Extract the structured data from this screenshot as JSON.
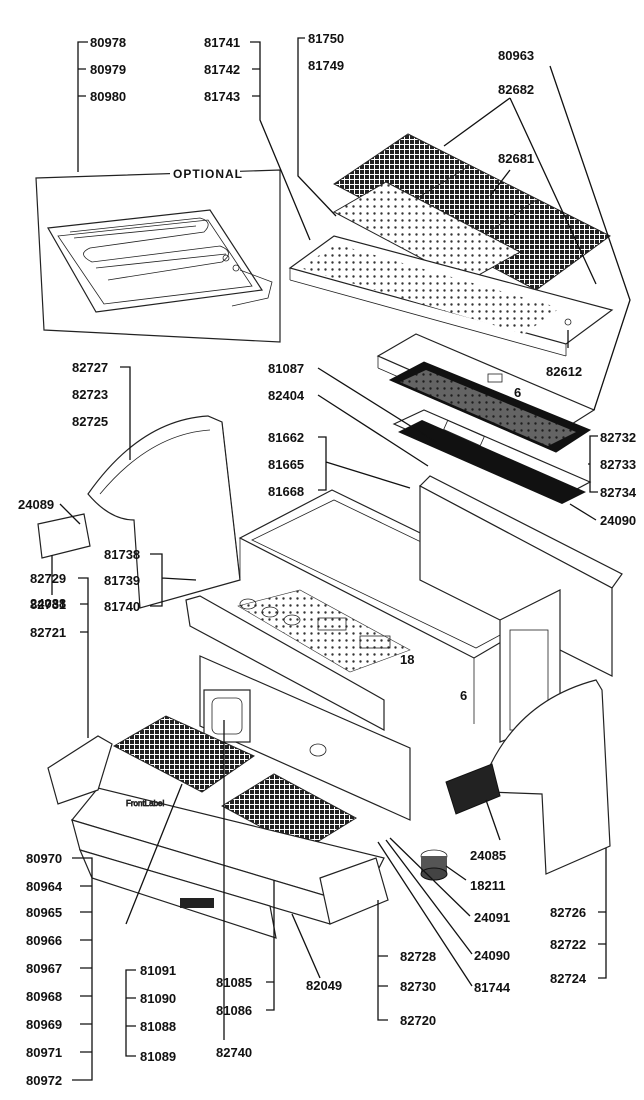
{
  "optional_label": "OPTIONAL",
  "callouts": {
    "g80978": [
      "80978",
      "80979",
      "80980"
    ],
    "g81741": [
      "81741",
      "81742",
      "81743"
    ],
    "g81750": [
      "81750",
      "81749"
    ],
    "p80963": "80963",
    "p82682": "82682",
    "p82681": "82681",
    "p82612": "82612",
    "g82727": [
      "82727",
      "82723",
      "82725"
    ],
    "g81087": [
      "81087",
      "82404"
    ],
    "g81662": [
      "81662",
      "81665",
      "81668"
    ],
    "g82732": [
      "82732",
      "82733",
      "82734"
    ],
    "p24089": "24089",
    "p24090a": "24090",
    "p24088": "24088",
    "g81738": [
      "81738",
      "81739",
      "81740"
    ],
    "g82729": [
      "82729",
      "82731",
      "82721"
    ],
    "num18": "18",
    "num6a": "6",
    "num6b": "6",
    "p24085": "24085",
    "p18211": "18211",
    "p24091": "24091",
    "p24090b": "24090",
    "p81744": "81744",
    "g80970": [
      "80970",
      "80964",
      "80965",
      "80966",
      "80967",
      "80968",
      "80969",
      "80971",
      "80972"
    ],
    "g81091": [
      "81091",
      "81090",
      "81088",
      "81089"
    ],
    "g81085": [
      "81085",
      "81086"
    ],
    "p82740": "82740",
    "p82049": "82049",
    "g82728": [
      "82728",
      "82730",
      "82720"
    ],
    "g82726": [
      "82726",
      "82722",
      "82724"
    ]
  }
}
